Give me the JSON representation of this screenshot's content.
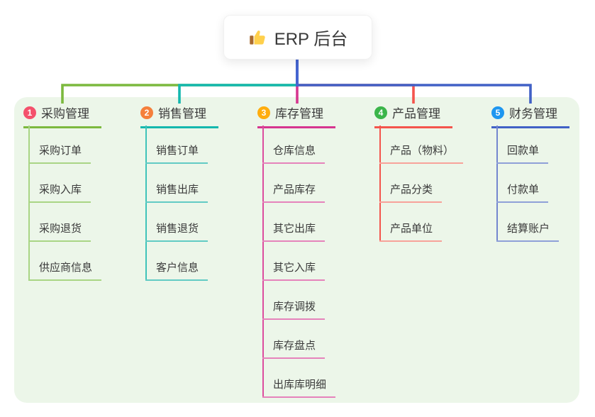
{
  "root": {
    "title": "ERP 后台",
    "icon": "thumbs-up-icon"
  },
  "colors": {
    "canvas_bg": "#FFFFFF",
    "panel_bg": "#ECF6E9",
    "text": "#3A3A3A",
    "root_connector": "#4565D0"
  },
  "branches": [
    {
      "num": "1",
      "title": "采购管理",
      "badge_color": "#F4516C",
      "line_color": "#7CB93E",
      "spine_color": "#A9D585",
      "child_line_color": "#A9D585",
      "children": [
        "采购订单",
        "采购入库",
        "采购退货",
        "供应商信息"
      ]
    },
    {
      "num": "2",
      "title": "销售管理",
      "badge_color": "#F57F3B",
      "line_color": "#14B8AE",
      "spine_color": "#3FC3BA",
      "child_line_color": "#62CBC4",
      "children": [
        "销售订单",
        "销售出库",
        "销售退货",
        "客户信息"
      ]
    },
    {
      "num": "3",
      "title": "库存管理",
      "badge_color": "#FFAD0D",
      "line_color": "#D6368F",
      "spine_color": "#DC4D9E",
      "child_line_color": "#E583BB",
      "children": [
        "仓库信息",
        "产品库存",
        "其它出库",
        "其它入库",
        "库存调拨",
        "库存盘点",
        "出库库明细"
      ]
    },
    {
      "num": "4",
      "title": "产品管理",
      "badge_color": "#3BB54A",
      "line_color": "#F4544C",
      "spine_color": "#F4544C",
      "child_line_color": "#F7A29A",
      "children": [
        "产品（物料）",
        "产品分类",
        "产品单位"
      ]
    },
    {
      "num": "5",
      "title": "财务管理",
      "badge_color": "#1E96F0",
      "line_color": "#4161C6",
      "spine_color": "#7487CF",
      "child_line_color": "#8FA0D8",
      "children": [
        "回款单",
        "付款单",
        "结算账户"
      ]
    }
  ]
}
